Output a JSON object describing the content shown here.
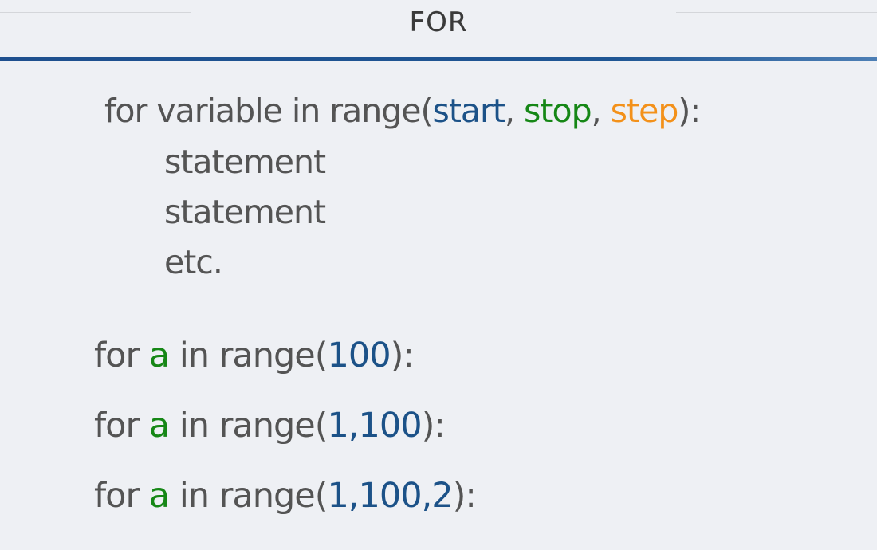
{
  "slide": {
    "title": "FOR"
  },
  "syntax": {
    "prefix": "for variable in range(",
    "start": "start",
    "comma1": ", ",
    "stop": "stop",
    "comma2": ", ",
    "step": "step",
    "suffix": "):",
    "body": [
      "statement",
      "statement",
      "etc."
    ]
  },
  "examples": [
    {
      "kw": "for ",
      "var": "a",
      "mid": " in range(",
      "args": "100",
      "end": "):"
    },
    {
      "kw": "for ",
      "var": "a",
      "mid": " in range(",
      "args": "1,100",
      "end": "):"
    },
    {
      "kw": "for ",
      "var": "a",
      "mid": " in range(",
      "args": "1,100,2",
      "end": "):"
    }
  ],
  "colors": {
    "text": "#545454",
    "start": "#1c5288",
    "stop": "#168716",
    "step": "#f3911a",
    "rule": "#1e4f8e"
  }
}
